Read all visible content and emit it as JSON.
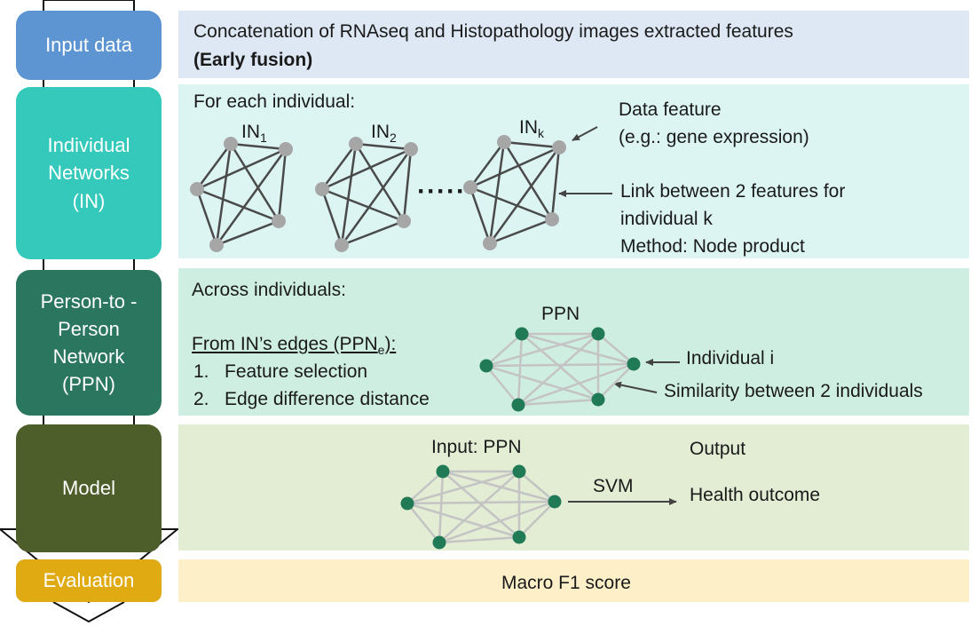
{
  "stages": [
    {
      "label": "Input data",
      "color": "#5c95d2"
    },
    {
      "label": "Individual\nNetworks\n(IN)",
      "color": "#34c9ba"
    },
    {
      "label": "Person-to -\nPerson\nNetwork\n(PPN)",
      "color": "#2a765e"
    },
    {
      "label": "Model",
      "color": "#4d5e2a"
    },
    {
      "label": "Evaluation",
      "color": "#e0aa12"
    }
  ],
  "panels": {
    "input": {
      "line1": "Concatenation of RNAseq and Histopathology images extracted features",
      "line2": "(Early fusion)",
      "color": "#dde8f4"
    },
    "individual": {
      "color": "#dcf5f2",
      "heading": "For each individual:",
      "net_labels": [
        {
          "base": "IN",
          "sub": "1"
        },
        {
          "base": "IN",
          "sub": "2"
        },
        {
          "base": "IN",
          "sub": "k"
        }
      ],
      "dots": "·····",
      "annot_node_1": "Data feature",
      "annot_node_2": "(e.g.: gene expression)",
      "annot_link_1": "Link between 2 features for",
      "annot_link_2": "individual k",
      "annot_link_3": "Method: Node product"
    },
    "ppn": {
      "color": "#cfeee2",
      "heading": "Across individuals:",
      "edges_base": "From IN’s edges (PPN",
      "edges_sub": "e",
      "edges_end": "):",
      "item1_num": "1.",
      "item1": "Feature selection",
      "item2_num": "2.",
      "item2": "Edge difference distance",
      "net_title": "PPN",
      "annot_node": "Individual i",
      "annot_edge": "Similarity between 2 individuals"
    },
    "model": {
      "color": "#e2edd4",
      "input_label": "Input: PPN",
      "output_label": "Output",
      "svm": "SVM",
      "outcome": "Health outcome"
    },
    "evaluation": {
      "color": "#fdf0c9",
      "text": "Macro F1 score"
    }
  },
  "colors": {
    "node_gray": "#a6a6a6",
    "edge_dark": "#4a4a4a",
    "node_green": "#1f7a55",
    "edge_light": "#c4c4c4",
    "arrow": "#444444",
    "spine": "#111111"
  }
}
